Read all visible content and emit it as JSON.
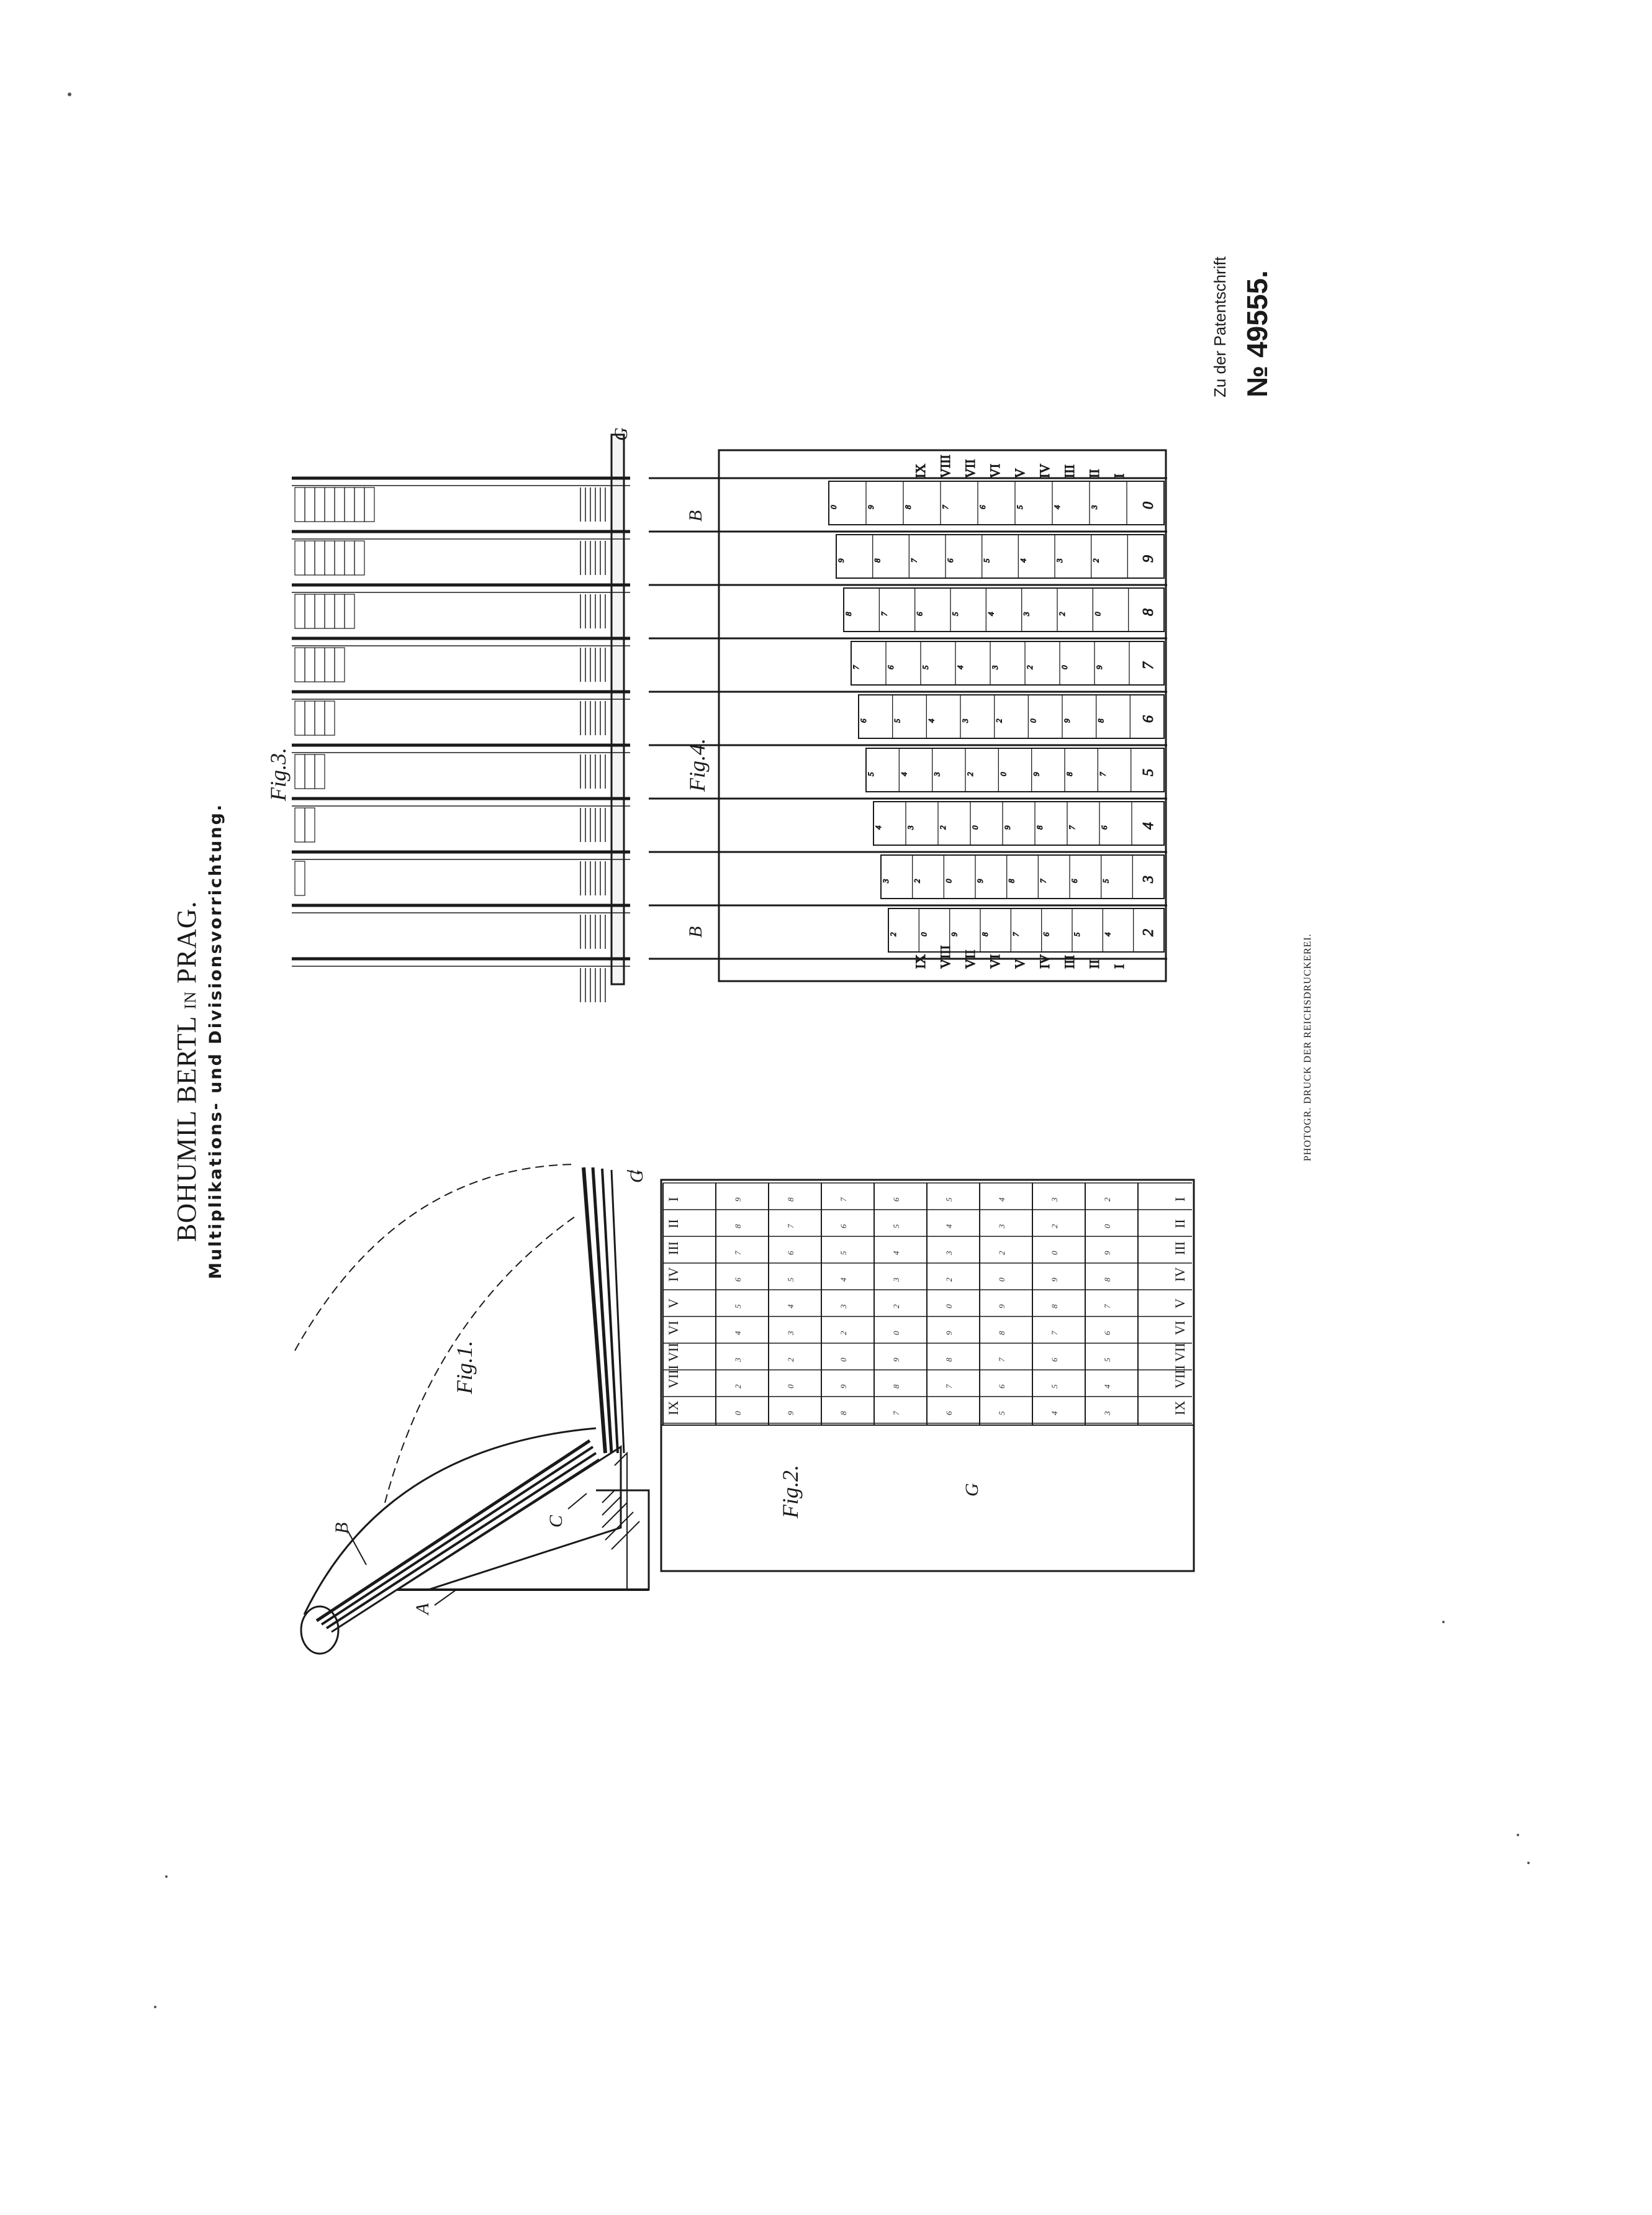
{
  "header": {
    "title_name": "BOHUMIL BERTL",
    "title_in": "IN",
    "title_city": "PRAG.",
    "subtitle": "Multiplikations- und Divisionsvorrichtung."
  },
  "patent": {
    "caption": "Zu der Patentschrift",
    "number": "№ 49555."
  },
  "printer_note": "PHOTOGR. DRUCK DER REICHSDRUCKEREI.",
  "figures": {
    "fig1": {
      "label": "Fig.1.",
      "parts": [
        "A",
        "B",
        "C",
        "G"
      ]
    },
    "fig2": {
      "label": "Fig.2.",
      "base_label": "G"
    },
    "fig3": {
      "label": "Fig.3.",
      "base_label": "G"
    },
    "fig4": {
      "label": "Fig.4.",
      "strip_label": "B"
    }
  },
  "roman_numerals": [
    "I",
    "II",
    "III",
    "IV",
    "V",
    "VI",
    "VII",
    "VIII",
    "IX"
  ],
  "strip_digits": [
    "0",
    "9",
    "8",
    "7",
    "6",
    "5",
    "4",
    "3",
    "2"
  ]
}
